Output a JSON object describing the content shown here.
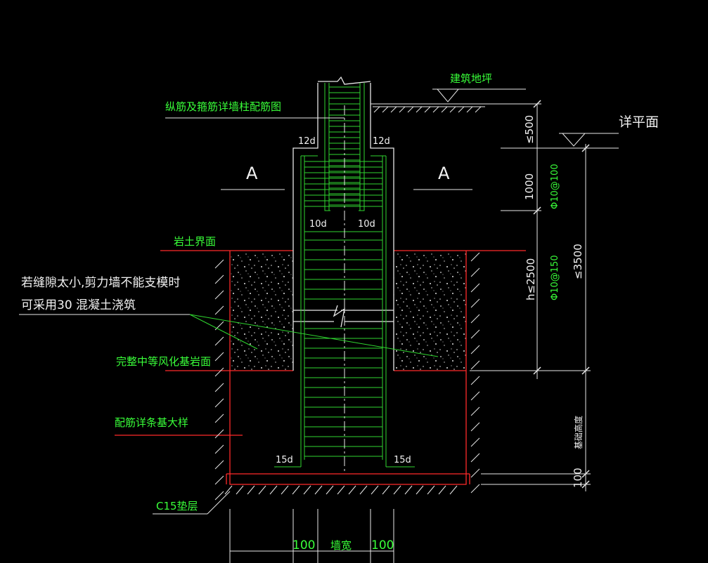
{
  "labels": {
    "floor_grade": "建筑地坪",
    "rebar_note": "纵筋及箍筋详墙柱配筋图",
    "detail_plan": "详平面",
    "section_left": "A",
    "section_right": "A",
    "rock_soil_interface": "岩土界面",
    "gap_note_line1": "若缝隙太小,剪力墙不能支模时",
    "gap_note_line2": "可采用30  混凝土浇筑",
    "bedrock_surface": "完整中等风化基岩面",
    "rebar_detail": "配筋详条基大样",
    "c15_cushion": "C15垫层",
    "wall_width": "墙宽",
    "foundation_height": "基础高度"
  },
  "dimensions": {
    "d_12_left": "12d",
    "d_12_right": "12d",
    "d_10_left": "10d",
    "d_10_right": "10d",
    "d_15_left": "15d",
    "d_15_right": "15d",
    "le500": "≤500",
    "d1000": "1000",
    "stirrup_100": "Φ10@100",
    "h_le2500": "h≤2500",
    "stirrup_150": "Φ10@150",
    "le3500": "≤3500",
    "d100_right": "100",
    "d100_bottom_left": "100",
    "d100_bottom_right": "100"
  },
  "colors": {
    "background": "#000000",
    "green": "#39ff39",
    "white": "#f2f2f2",
    "red": "#ff2a2a",
    "line_green": "#2fd62f"
  }
}
